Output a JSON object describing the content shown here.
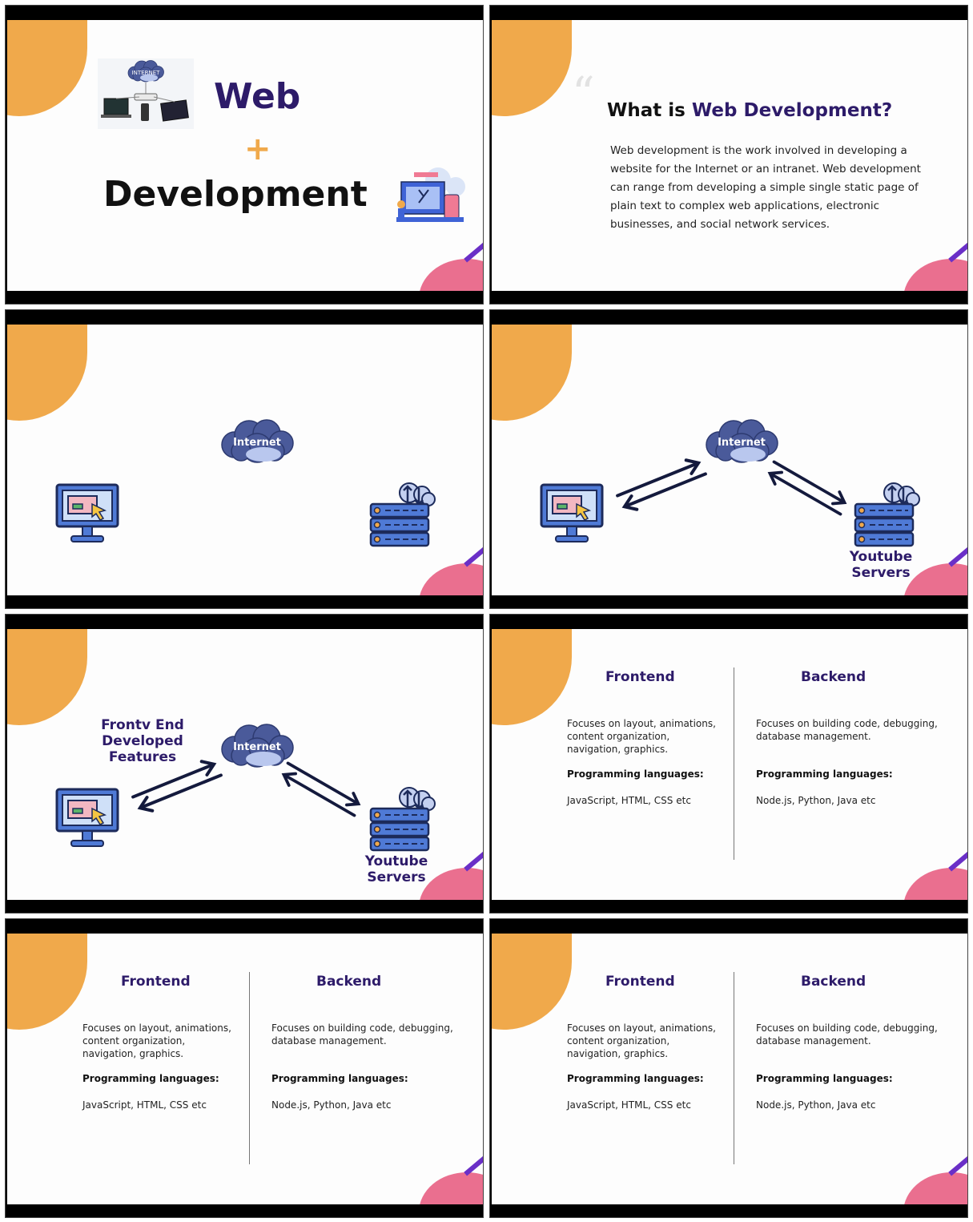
{
  "slide1": {
    "title_web": "Web",
    "plus": "+",
    "title_dev": "Development",
    "internet_image_label": "INTERNET"
  },
  "slide2": {
    "heading_prefix": "What is ",
    "heading_highlight": "Web Development?",
    "body": "Web development is the work involved in developing a website for the Internet or an intranet. Web development can range from developing a simple single static page of plain text to complex web applications, electronic businesses, and social network services."
  },
  "diagram": {
    "internet_label": "Internet",
    "servers_label_line1": "Youtube",
    "servers_label_line2": "Servers",
    "frontend_label_line1": "Frontv End",
    "frontend_label_line2": "Developed",
    "frontend_label_line3": "Features"
  },
  "comparison": {
    "frontend": {
      "heading": "Frontend",
      "description": "Focuses on layout, animations, content organization, navigation, graphics.",
      "languages_label": "Programming languages:",
      "languages": "JavaScript, HTML, CSS etc"
    },
    "backend": {
      "heading": "Backend",
      "description": "Focuses on building code, debugging, database management.",
      "languages_label": "Programming languages:",
      "languages": "Node.js, Python, Java etc"
    }
  },
  "colors": {
    "orange": "#f0a94b",
    "pink": "#ea6f8f",
    "purple_accent": "#6a2fc7",
    "navy_text": "#2d1b69",
    "monitor_blue": "#4f7ad6"
  }
}
